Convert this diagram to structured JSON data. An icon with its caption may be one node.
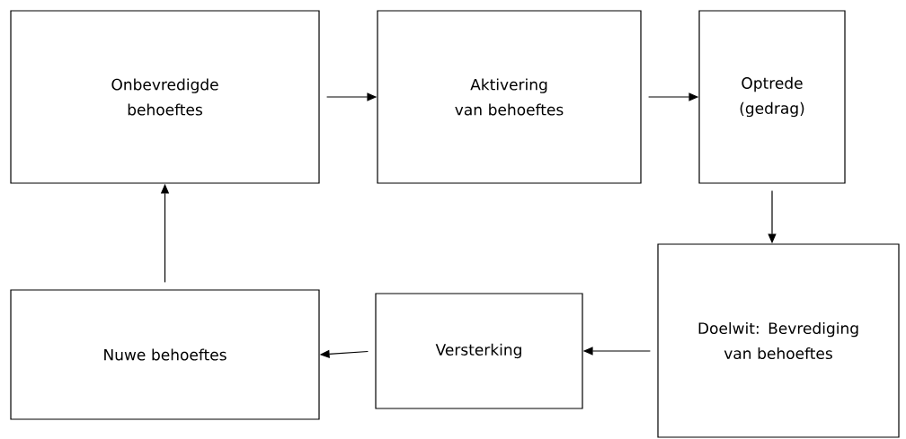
{
  "diagram": {
    "nodes": [
      {
        "text": [
          "Onbevredigde behoeftes"
        ]
      },
      {
        "text": [
          "Aktivering van behoeftes"
        ]
      },
      {
        "text": [
          "Optrede (gedrag)"
        ]
      },
      {
        "text": [
          "Doelwit: Bevrediging van behoeftes"
        ]
      },
      {
        "text": [
          "Versterking"
        ]
      },
      {
        "text": [
          "Nuwe behoeftes"
        ]
      }
    ],
    "edges": [
      {
        "from": 0,
        "to": 1,
        "arrow": "to"
      },
      {
        "from": 1,
        "to": 2,
        "arrow": "to"
      },
      {
        "from": 2,
        "to": 3,
        "arrow": "to"
      },
      {
        "from": 3,
        "to": 4,
        "arrow": "to"
      },
      {
        "from": 4,
        "to": 5,
        "arrow": "to"
      },
      {
        "from": 5,
        "to": 0,
        "arrow": "to"
      }
    ]
  }
}
